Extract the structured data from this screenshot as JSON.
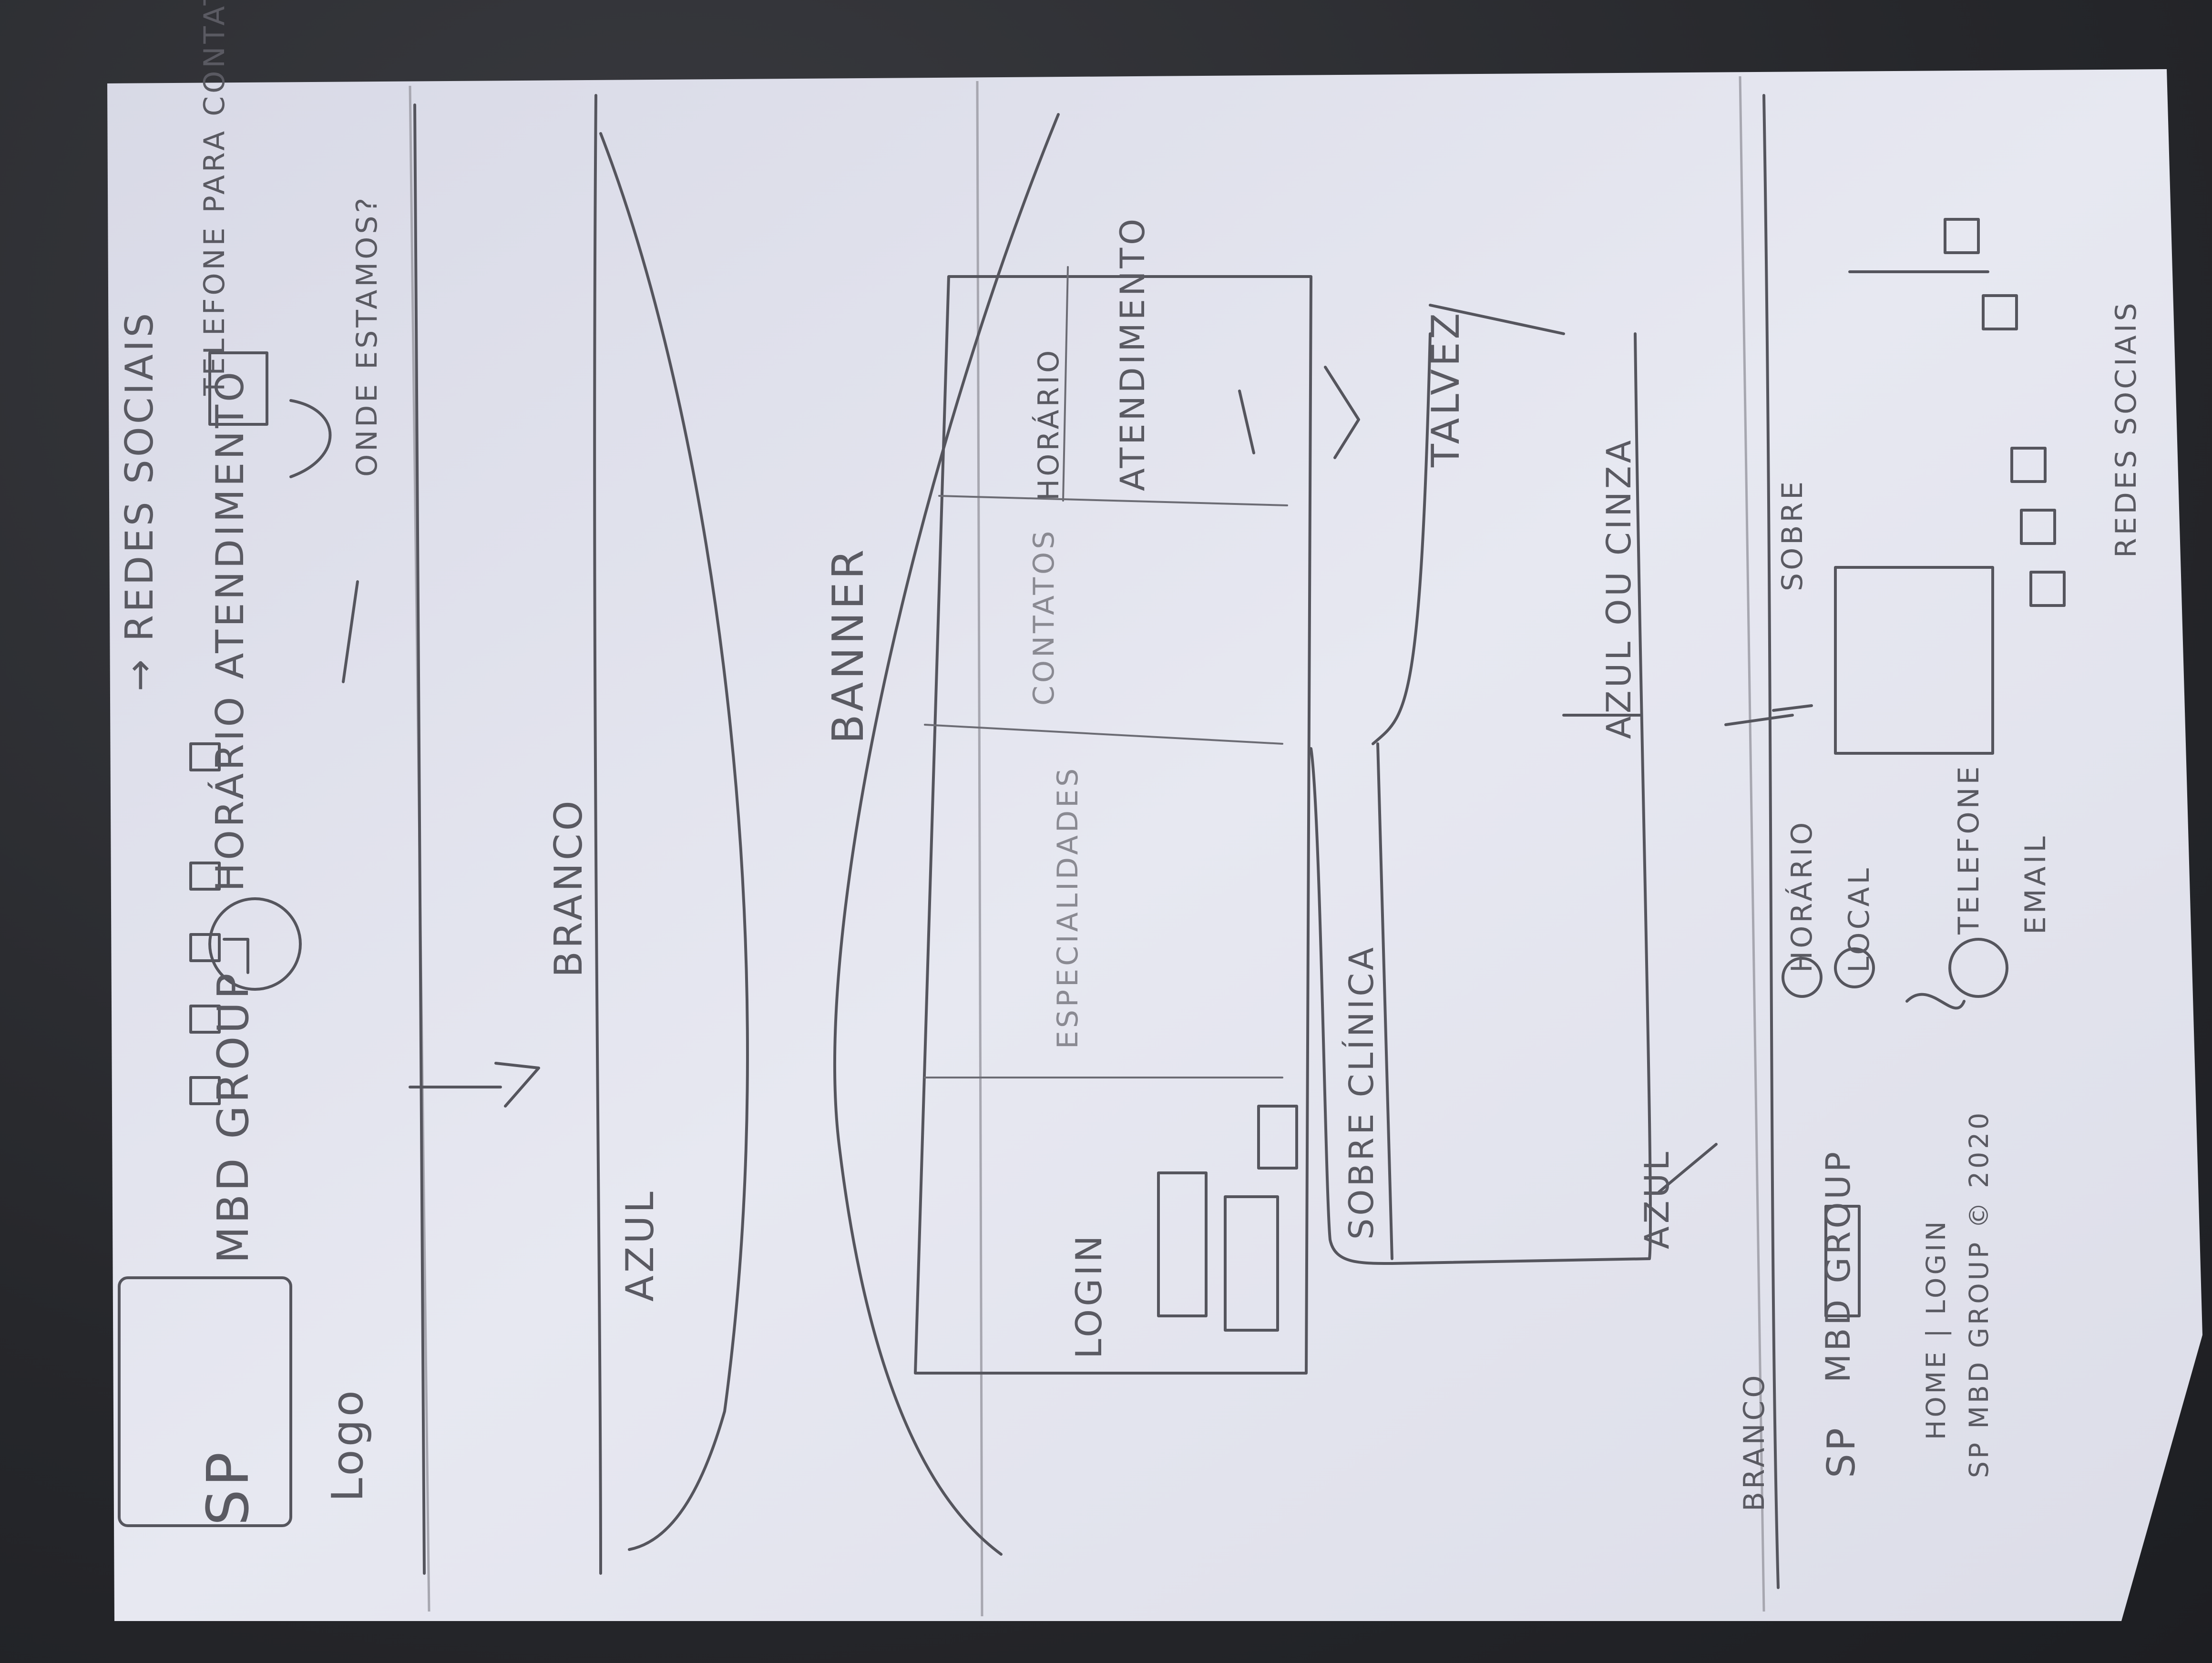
{
  "sketch": {
    "header": {
      "logo_box": "SP",
      "logo_label": "Logo",
      "brand": "MBD GROUP",
      "top_line": "→ REDES SOCIAIS",
      "hours": "HORÁRIO ATENDIMENTO",
      "phone": "TELEFONE PARA CONTATO",
      "location": "ONDE ESTAMOS?"
    },
    "header_colors": {
      "blue": "AZUL",
      "white": "BRANCO"
    },
    "banner": {
      "label": "BANNER"
    },
    "login": {
      "label": "LOGIN"
    },
    "sections": {
      "specialties": "ESPECIALIDADES",
      "contacts": "CONTATOS",
      "hours": "HORÁRIO",
      "service": "ATENDIMENTO",
      "about_clinic": "SOBRE CLÍNICA"
    },
    "notes": {
      "maybe": "TALVEZ",
      "blue_or_gray": "AZUL OU CINZA",
      "blue": "AZUL",
      "white": "BRANCO"
    },
    "footer": {
      "brand_sp": "SP",
      "brand_name": "MBD GROUP",
      "nav": "HOME | LOGIN",
      "copyright": "SP MBD GROUP © 2020",
      "info": [
        "HORÁRIO",
        "LOCAL",
        "TELEFONE",
        "EMAIL"
      ],
      "about": "SOBRE",
      "social": "REDES SOCIAIS"
    },
    "colors": {
      "paper": "#e4e5ef",
      "pencil": "#55555d",
      "background": "#2a2b30"
    }
  }
}
